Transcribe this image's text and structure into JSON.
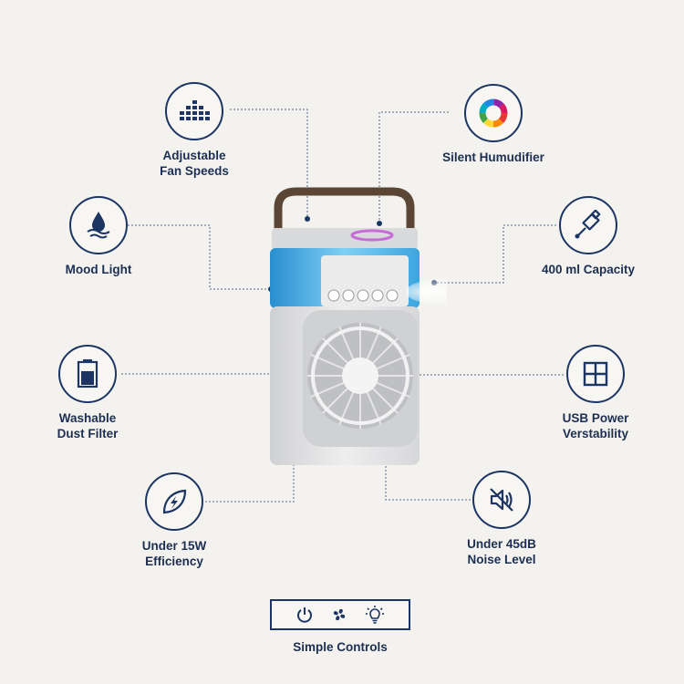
{
  "features": {
    "fan_speeds": {
      "line1": "Adjustable",
      "line2": "Fan Speeds",
      "icon": "equalizer-icon"
    },
    "humidifier": {
      "line1": "Silent Humudifier",
      "icon": "color-wheel-icon"
    },
    "mood_light": {
      "line1": "Mood Light",
      "icon": "water-drop-icon"
    },
    "capacity": {
      "line1": "400 ml Capacity",
      "icon": "usb-plug-icon"
    },
    "dust_filter": {
      "line1": "Washable",
      "line2": "Dust Filter",
      "icon": "battery-tank-icon"
    },
    "usb_power": {
      "line1": "USB Power",
      "line2": "Verstability",
      "icon": "window-grid-icon"
    },
    "efficiency": {
      "line1": "Under 15W",
      "line2": "Efficiency",
      "icon": "leaf-bolt-icon"
    },
    "noise": {
      "line1": "Under 45dB",
      "line2": "Noise Level",
      "icon": "mute-speaker-icon"
    }
  },
  "controls": {
    "label": "Simple Controls",
    "icons": [
      "power-icon",
      "fan-icon",
      "light-bulb-icon"
    ]
  },
  "colors": {
    "navy": "#1c3563",
    "background": "#f3f2ee",
    "device_body": "#e9e9ea",
    "tank_blue": "#4fb3e6"
  }
}
